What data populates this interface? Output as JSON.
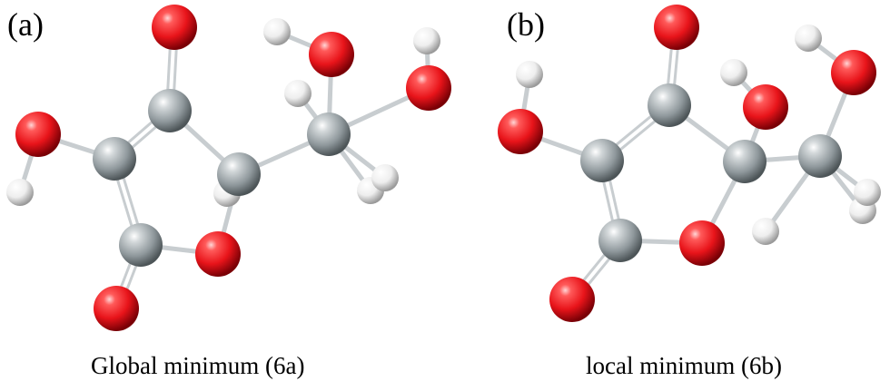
{
  "panels": [
    {
      "label": "(a)",
      "caption": "Global minimum (6a)"
    },
    {
      "label": "(b)",
      "caption": "local minimum (6b)"
    }
  ],
  "colors": {
    "oxygen": "#e8141a",
    "carbon": "#9aa2a6",
    "hydrogen": "#f2f2f2",
    "bond": "#c8cdd0"
  }
}
